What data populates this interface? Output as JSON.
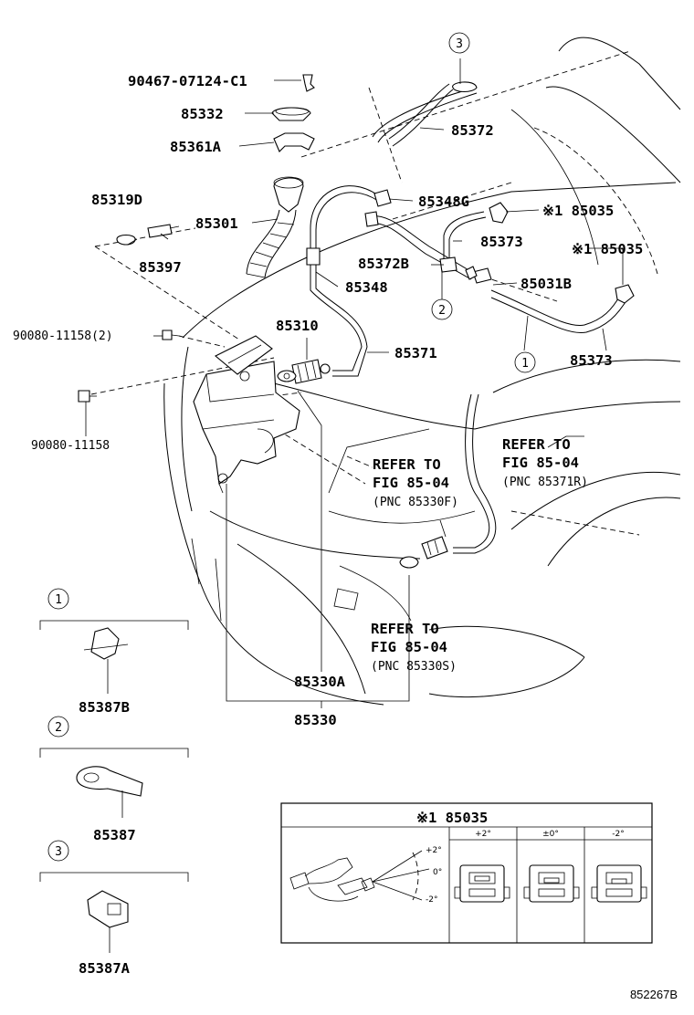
{
  "labels": {
    "p90467": "90467-07124-C1",
    "p85332": "85332",
    "p85361A": "85361A",
    "p85372": "85372",
    "p85319D": "85319D",
    "p85301": "85301",
    "p85348G": "85348G",
    "p85035a": "※1 85035",
    "p85373a": "85373",
    "p85035b": "※1 85035",
    "p85397": "85397",
    "p85372B": "85372B",
    "p85348": "85348",
    "p85031B": "85031B",
    "p90080a": "90080-11158(2)",
    "p85310": "85310",
    "p85371": "85371",
    "p85373b": "85373",
    "p90080b": "90080-11158",
    "p85330A": "85330A",
    "p85330": "85330",
    "p85387B": "85387B",
    "p85387": "85387",
    "p85387A": "85387A"
  },
  "callouts": [
    "3",
    "2",
    "1"
  ],
  "refs": [
    {
      "l1": "REFER TO",
      "l2": "FIG 85-04",
      "l3": "(PNC 85330F)"
    },
    {
      "l1": "REFER TO",
      "l2": "FIG 85-04",
      "l3": "(PNC 85371R)"
    },
    {
      "l1": "REFER TO",
      "l2": "FIG 85-04",
      "l3": "(PNC 85330S)"
    }
  ],
  "legend": [
    {
      "num": "1",
      "part": "85387B"
    },
    {
      "num": "2",
      "part": "85387"
    },
    {
      "num": "3",
      "part": "85387A"
    }
  ],
  "inset": {
    "title": "※1 85035",
    "cols": [
      "+2°",
      "±0°",
      "-2°"
    ],
    "angles": [
      "+2°",
      "0°",
      "-2°"
    ]
  },
  "figure_id": "852267B"
}
